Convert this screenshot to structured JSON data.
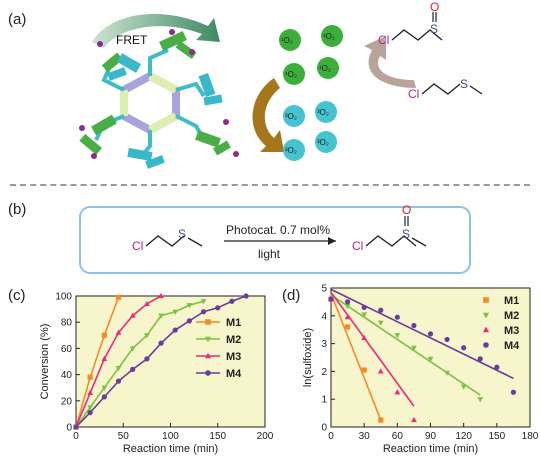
{
  "panel_labels": {
    "a": "(a)",
    "b": "(b)",
    "c": "(c)",
    "d": "(d)"
  },
  "panel_a": {
    "fret_label": "FRET",
    "singlet_oxygen_label": "¹O₂",
    "triplet_oxygen_label": "³O₂",
    "product_cl": "Cl",
    "product_s": "S",
    "product_o": "O",
    "reactant_cl": "Cl",
    "reactant_s": "S"
  },
  "scheme": {
    "reactant_cl": "Cl",
    "reactant_s": "S",
    "catalyst": "Photocat. 0.7 mol%",
    "condition": "light",
    "product_cl": "Cl",
    "product_s": "S",
    "product_o": "O"
  },
  "colors": {
    "M1": "#f28c28",
    "M2": "#7cc242",
    "M3": "#ec2a7a",
    "M4": "#6a3d9a",
    "plot_bg": "#f6f5cc",
    "green_oxygen": "#3cae3a",
    "cyan_oxygen": "#45c3cf",
    "chlorine": "#b5208a",
    "sulfur": "#3a4aa0",
    "oxygen_atom": "#e02020"
  },
  "chart_data": [
    {
      "type": "line",
      "panel": "(c)",
      "xlabel": "Reaction time (min)",
      "ylabel": "Conversion (%)",
      "xlim": [
        0,
        200
      ],
      "ylim": [
        0,
        100
      ],
      "xticks": [
        0,
        50,
        100,
        150,
        200
      ],
      "yticks": [
        0,
        20,
        40,
        60,
        80,
        100
      ],
      "legend_position": "right",
      "grid": false,
      "series": [
        {
          "name": "M1",
          "marker": "square",
          "x": [
            0,
            15,
            30,
            45
          ],
          "y": [
            0,
            38,
            70,
            99
          ]
        },
        {
          "name": "M2",
          "marker": "triangle-down",
          "x": [
            0,
            15,
            30,
            45,
            60,
            75,
            90,
            105,
            120,
            135
          ],
          "y": [
            0,
            15,
            30,
            45,
            60,
            70,
            85,
            88,
            93,
            96
          ]
        },
        {
          "name": "M3",
          "marker": "triangle-up",
          "x": [
            0,
            15,
            30,
            45,
            60,
            75,
            90
          ],
          "y": [
            0,
            26,
            52,
            72,
            85,
            94,
            100
          ]
        },
        {
          "name": "M4",
          "marker": "circle",
          "x": [
            0,
            15,
            30,
            45,
            60,
            75,
            90,
            105,
            120,
            135,
            150,
            165,
            180
          ],
          "y": [
            0,
            11,
            23,
            35,
            44,
            52,
            64,
            74,
            81,
            88,
            91,
            96,
            100
          ]
        }
      ]
    },
    {
      "type": "scatter",
      "panel": "(d)",
      "xlabel": "Reaction time (min)",
      "ylabel": "ln(sulfoxide)",
      "xlim": [
        0,
        180
      ],
      "ylim": [
        0,
        5
      ],
      "xticks": [
        0,
        30,
        60,
        90,
        120,
        150,
        180
      ],
      "yticks": [
        0,
        1,
        2,
        3,
        4,
        5
      ],
      "legend_position": "top-right",
      "grid": false,
      "series": [
        {
          "name": "M1",
          "marker": "square",
          "x": [
            0,
            15,
            30,
            45
          ],
          "y": [
            4.6,
            3.6,
            2.05,
            0.25
          ],
          "fit": [
            [
              0,
              4.8
            ],
            [
              45,
              0.25
            ]
          ]
        },
        {
          "name": "M2",
          "marker": "triangle-down",
          "x": [
            0,
            15,
            30,
            45,
            60,
            75,
            90,
            105,
            120,
            135
          ],
          "y": [
            4.6,
            4.35,
            4.05,
            3.75,
            3.3,
            2.85,
            2.45,
            1.95,
            1.45,
            1.0
          ],
          "fit": [
            [
              0,
              4.75
            ],
            [
              135,
              1.15
            ]
          ]
        },
        {
          "name": "M3",
          "marker": "triangle-up",
          "x": [
            0,
            15,
            30,
            45,
            60,
            75
          ],
          "y": [
            4.6,
            3.95,
            3.2,
            2.0,
            1.25,
            0.25
          ],
          "fit": [
            [
              0,
              4.85
            ],
            [
              75,
              0.75
            ]
          ]
        },
        {
          "name": "M4",
          "marker": "circle",
          "x": [
            0,
            15,
            30,
            45,
            60,
            75,
            90,
            105,
            120,
            135,
            150,
            165
          ],
          "y": [
            4.6,
            4.5,
            4.3,
            4.2,
            3.95,
            3.65,
            3.35,
            3.15,
            2.85,
            2.45,
            2.15,
            1.25
          ],
          "fit": [
            [
              0,
              4.95
            ],
            [
              165,
              1.75
            ]
          ]
        }
      ]
    }
  ]
}
